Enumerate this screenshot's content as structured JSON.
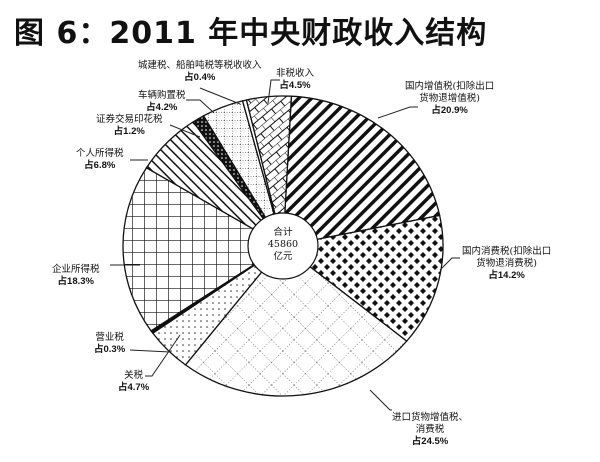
{
  "title": "图 6：2011 年中央财政收入结构",
  "chart_data": {
    "type": "pie",
    "title": "图 6：2011 年中央财政收入结构",
    "center_label": {
      "line1": "合计",
      "line2": "45860",
      "line3": "亿元"
    },
    "unit": "%",
    "slices": [
      {
        "name": "国内增值税(扣除出口货物退增值税)",
        "name_l1": "国内增值税(扣除出口",
        "name_l2": "货物退增值税)",
        "pct_label": "占20.9%",
        "value": 20.9,
        "pattern": "stripes"
      },
      {
        "name": "国内消费税(扣除出口货物退消费税)",
        "name_l1": "国内消费税(扣除出口",
        "name_l2": "货物退消费税)",
        "pct_label": "占14.2%",
        "value": 14.2,
        "pattern": "diamonds"
      },
      {
        "name": "进口货物增值税、消费税",
        "name_l1": "进口货物增值税、",
        "name_l2": "消费税",
        "pct_label": "占24.5%",
        "value": 24.5,
        "pattern": "crosshatch"
      },
      {
        "name": "关税",
        "name_l1": "关税",
        "pct_label": "占4.7%",
        "value": 4.7,
        "pattern": "dots"
      },
      {
        "name": "营业税",
        "name_l1": "营业税",
        "pct_label": "占0.3%",
        "value": 0.3,
        "pattern": "solid"
      },
      {
        "name": "企业所得税",
        "name_l1": "企业所得税",
        "pct_label": "占18.3%",
        "value": 18.3,
        "pattern": "grid"
      },
      {
        "name": "个人所得税",
        "name_l1": "个人所得税",
        "pct_label": "占6.8%",
        "value": 6.8,
        "pattern": "backstripes"
      },
      {
        "name": "证券交易印花税",
        "name_l1": "证券交易印花税",
        "pct_label": "占1.2%",
        "value": 1.2,
        "pattern": "blackdots"
      },
      {
        "name": "车辆购置税",
        "name_l1": "车辆购置税",
        "pct_label": "占4.2%",
        "value": 4.2,
        "pattern": "dotgrid"
      },
      {
        "name": "城建税、船舶吨税等税收收入",
        "name_l1": "城建税、船舶吨税等税收收入",
        "pct_label": "占0.4%",
        "value": 0.4,
        "pattern": "white"
      },
      {
        "name": "非税收入",
        "name_l1": "非税收入",
        "pct_label": "占4.5%",
        "value": 4.5,
        "pattern": "brick"
      }
    ]
  }
}
